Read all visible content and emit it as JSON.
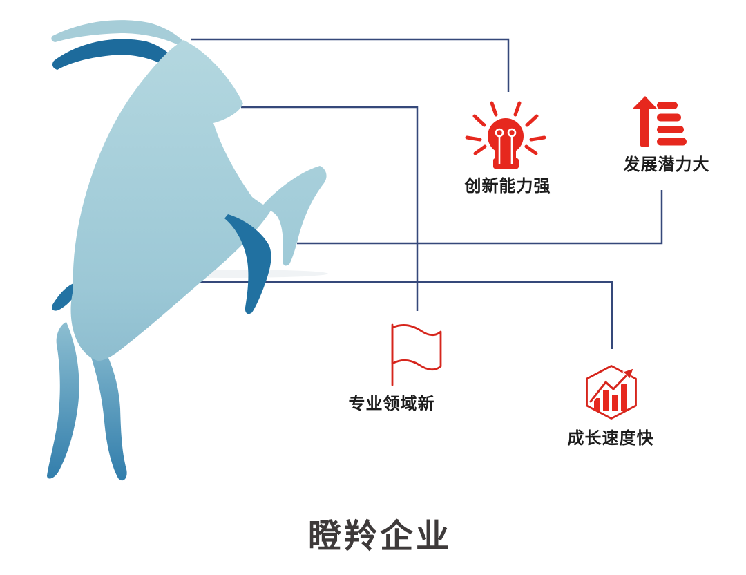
{
  "title": {
    "text": "瞪羚企业"
  },
  "features": [
    {
      "label": "创新能力强",
      "icon": "lightbulb-rays-icon"
    },
    {
      "label": "发展潜力大",
      "icon": "rising-arrow-bars-icon"
    },
    {
      "label": "专业领域新",
      "icon": "flag-icon"
    },
    {
      "label": "成长速度快",
      "icon": "hexagon-growth-chart-icon"
    }
  ],
  "illustration": {
    "subject": "leaping-gazelle",
    "body_color_light": "#b5d8e0",
    "body_color_dark": "#2b79a9",
    "accent_color": "#1d6b9c"
  },
  "colors": {
    "connector": "#35487a",
    "icon_red": "#e6281e",
    "label_text": "#1c1c1c",
    "title_text": "#3e3a3a",
    "background": "#ffffff"
  }
}
